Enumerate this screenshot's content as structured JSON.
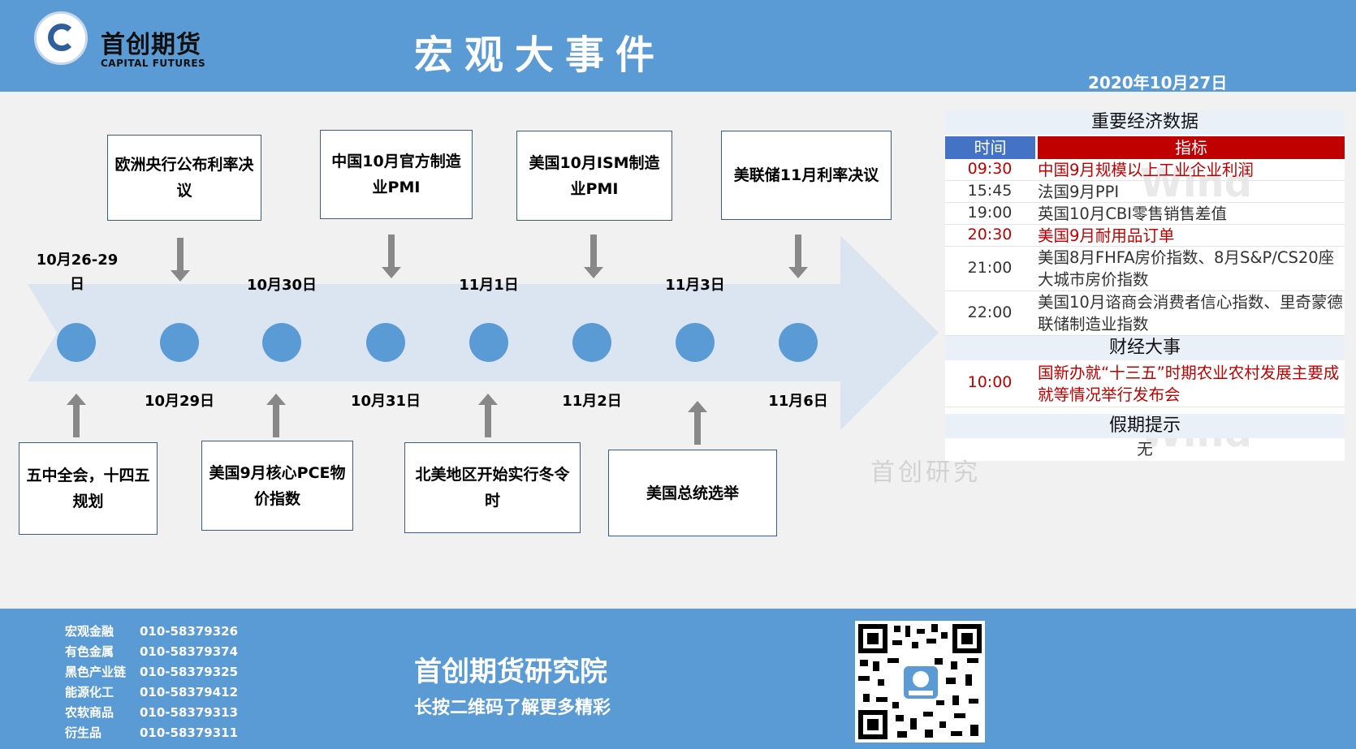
{
  "header": {
    "logo_cn": "首创期货",
    "logo_en": "CAPITAL FUTURES",
    "title": "宏观大事件",
    "date": "2020年10月27日"
  },
  "timeline": {
    "date_labels": [
      "10月26-29日",
      "10月29日",
      "10月30日",
      "10月31日",
      "11月1日",
      "11月2日",
      "11月3日",
      "11月6日"
    ],
    "upper_events": [
      "欧洲央行公布利率决议",
      "中国10月官方制造业PMI",
      "美国10月ISM制造业PMI",
      "美联储11月利率决议"
    ],
    "lower_events": [
      "五中全会，十四五规划",
      "美国9月核心PCE物价指数",
      "北美地区开始实行冬令时",
      "美国总统选举"
    ]
  },
  "panel": {
    "section_data": "重要经济数据",
    "col_time": "时间",
    "col_indicator": "指标",
    "rows": [
      {
        "time": "09:30",
        "indicator": "中国9月规模以上工业企业利润",
        "highlight": true
      },
      {
        "time": "15:45",
        "indicator": "法国9月PPI",
        "highlight": false
      },
      {
        "time": "19:00",
        "indicator": "英国10月CBI零售销售差值",
        "highlight": false
      },
      {
        "time": "20:30",
        "indicator": "美国9月耐用品订单",
        "highlight": true
      },
      {
        "time": "21:00",
        "indicator": "美国8月FHFA房价指数、8月S&P/CS20座大城市房价指数",
        "highlight": false
      },
      {
        "time": "22:00",
        "indicator": "美国10月谘商会消费者信心指数、里奇蒙德联储制造业指数",
        "highlight": false
      }
    ],
    "section_events": "财经大事",
    "events": [
      {
        "time": "10:00",
        "text": "国新办就“十三五”时期农业农村发展主要成就等情况举行发布会"
      }
    ],
    "section_holiday": "假期提示",
    "holiday": "无",
    "watermark": "Wind",
    "watermark2": "首创研究"
  },
  "footer": {
    "contacts": [
      {
        "category": "宏观金融",
        "phone": "010-58379326"
      },
      {
        "category": "有色金属",
        "phone": "010-58379374"
      },
      {
        "category": "黑色产业链",
        "phone": "010-58379325"
      },
      {
        "category": "能源化工",
        "phone": "010-58379412"
      },
      {
        "category": "农软商品",
        "phone": "010-58379313"
      },
      {
        "category": "衍生品",
        "phone": "010-58379311"
      }
    ],
    "institute": "首创期货研究院",
    "slogan": "长按二维码了解更多精彩"
  },
  "colors": {
    "brand_blue": "#5b9bd5",
    "highlight_red": "#c00000",
    "arrow_fill": "#dbe5f1"
  }
}
